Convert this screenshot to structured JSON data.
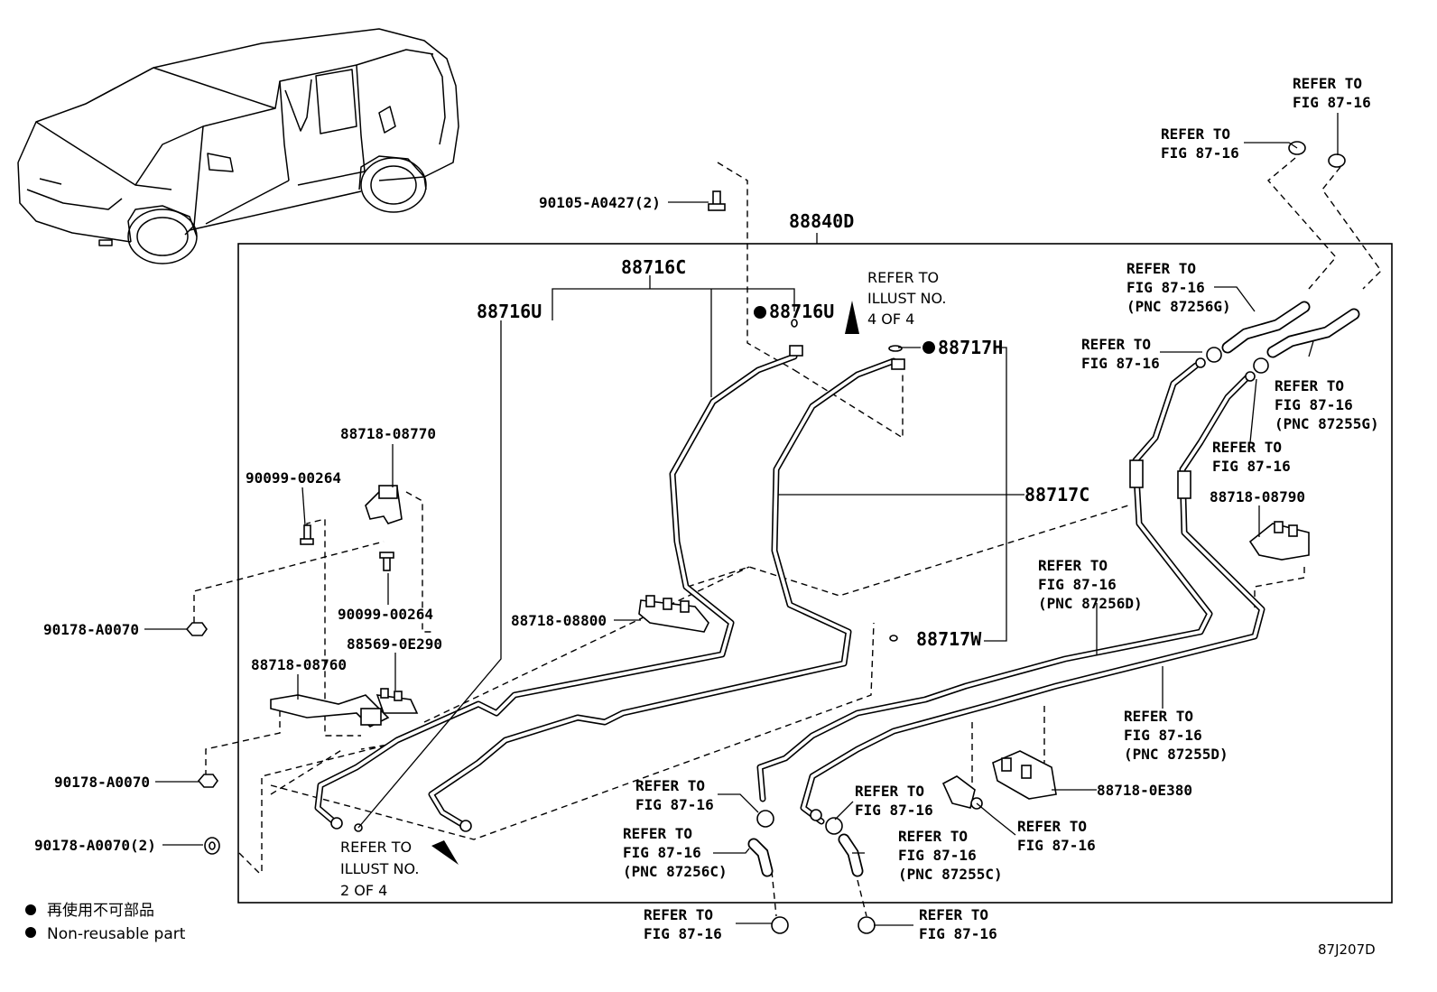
{
  "diagram": {
    "frame_label": "88840D",
    "labels": {
      "p88716C": "88716C",
      "p88716U_left": "88716U",
      "p88716U_right": "88716U",
      "p88717H": "88717H",
      "p88717C": "88717C",
      "p88717W": "88717W",
      "p90105": "90105-A0427(2)",
      "p88718_08770": "88718-08770",
      "p90099_top": "90099-00264",
      "p90099_bottom": "90099-00264",
      "p90178_a": "90178-A0070",
      "p90178_b": "90178-A0070",
      "p90178_c": "90178-A0070(2)",
      "p88569": "88569-0E290",
      "p88718_08760": "88718-08760",
      "p88718_08800": "88718-08800",
      "p88718_08790": "88718-08790",
      "p88718_0E380": "88718-0E380"
    },
    "references": {
      "refer_to": "REFER TO",
      "fig": "FIG 87-16",
      "pnc_87256G": "(PNC 87256G)",
      "pnc_87255G": "(PNC 87255G)",
      "pnc_87256D": "(PNC 87256D)",
      "pnc_87255D": "(PNC 87255D)",
      "pnc_87256C": "(PNC 87256C)",
      "pnc_87255C": "(PNC 87255C)"
    },
    "illust_refs": {
      "upper": {
        "line1": "REFER TO",
        "line2": "ILLUST NO.",
        "line3": "4 OF 4"
      },
      "lower": {
        "line1": "REFER TO",
        "line2": "ILLUST NO.",
        "line3": "2 OF 4"
      }
    },
    "legend": {
      "japanese": "再使用不可部品",
      "english": "Non-reusable part"
    },
    "code": "87J207D"
  }
}
